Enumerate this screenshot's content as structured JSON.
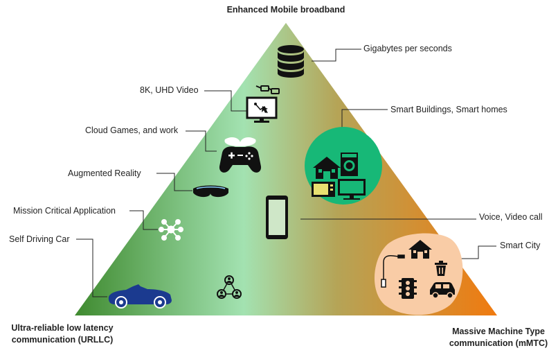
{
  "corners": {
    "top": "Enhanced Mobile broadband",
    "bottom_left_line1": "Ultra-reliable low latency",
    "bottom_left_line2": "communication (URLLC)",
    "bottom_right_line1": "Massive Machine Type",
    "bottom_right_line2": "communication (mMTC)"
  },
  "labels": {
    "gigabytes": "Gigabytes per seconds",
    "uhd_video": "8K, UHD Video",
    "cloud_games": "Cloud Games, and work",
    "augmented_reality": "Augmented Reality",
    "mission_critical": "Mission Critical Application",
    "self_driving": "Self Driving Car",
    "smart_buildings": "Smart Buildings, Smart homes",
    "voice_video": "Voice, Video call",
    "smart_city": "Smart City"
  },
  "colors": {
    "green_dark": "#3f8a2f",
    "green_light": "#a3e2b1",
    "olive": "#b5a457",
    "orange": "#f07a0f",
    "smart_home_circle": "#17b877",
    "smart_city_blob": "#f9cca6",
    "car": "#1b3a8f",
    "icon_dark": "#111111"
  },
  "icons": [
    "database-icon",
    "vr-glasses-icon",
    "monitor-icon",
    "gamepad-icon",
    "ar-headset-icon",
    "network-hub-icon",
    "smartphone-icon",
    "convertible-car-icon",
    "people-network-icon",
    "house-icon",
    "washing-machine-icon",
    "microwave-icon",
    "tv-icon",
    "street-lamp-icon",
    "trash-bin-icon",
    "traffic-light-icon",
    "car-icon"
  ]
}
